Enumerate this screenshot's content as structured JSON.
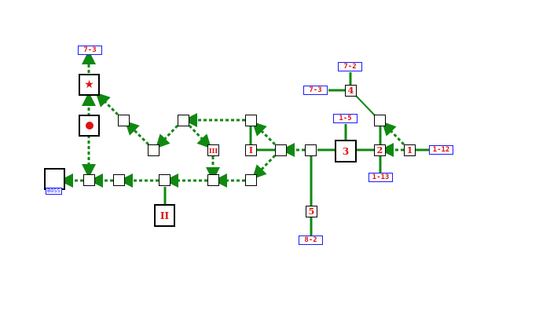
{
  "map": {
    "stage_tags": {
      "top_left": "7-3",
      "top_right_upper": "7-2",
      "top_right_left": "7-3",
      "mid_1_5": "1-5",
      "far_right": "1-12",
      "below_right": "1-13",
      "bottom": "8-2"
    },
    "node_labels": {
      "boss": "BOSS",
      "roman_2": "II",
      "roman_3": "III",
      "roman_1": "I",
      "big_3": "3",
      "num_2": "2",
      "num_1": "1",
      "num_4": "4",
      "num_5": "5"
    },
    "colors": {
      "path": "#118811",
      "tag_border": "#1a1aff",
      "label_red": "#e01010"
    },
    "icons": {
      "star": "star-icon",
      "dot": "red-dot-icon"
    }
  }
}
